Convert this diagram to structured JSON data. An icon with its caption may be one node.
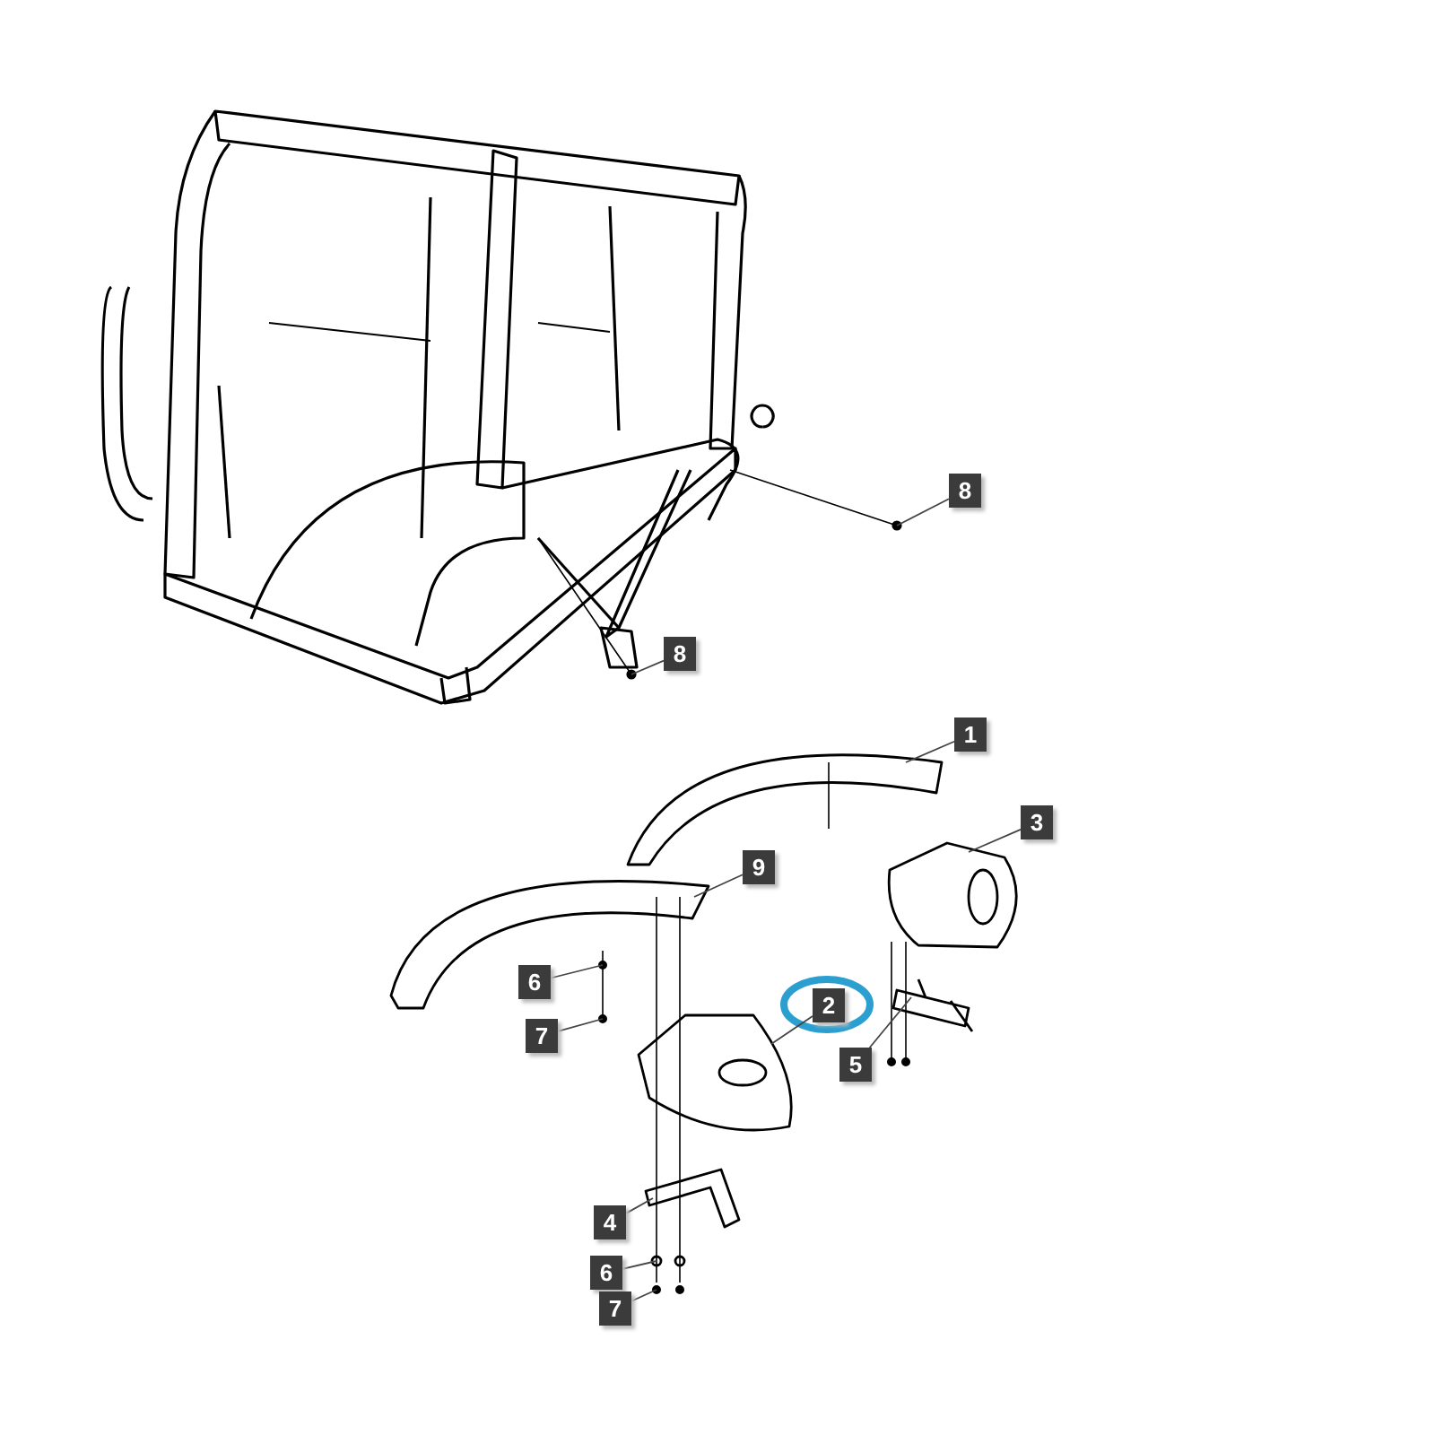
{
  "diagram": {
    "nodes": [
      {
        "text": [
          "8"
        ]
      },
      {
        "text": [
          "8"
        ]
      },
      {
        "text": [
          "1"
        ]
      },
      {
        "text": [
          "3"
        ]
      },
      {
        "text": [
          "9"
        ]
      },
      {
        "text": [
          "6"
        ]
      },
      {
        "text": [
          "2"
        ]
      },
      {
        "text": [
          "7"
        ]
      },
      {
        "text": [
          "5"
        ]
      },
      {
        "text": [
          "4"
        ]
      },
      {
        "text": [
          "6"
        ]
      },
      {
        "text": [
          "7"
        ]
      }
    ],
    "edges": [
      {
        "from": 0,
        "to": null,
        "arrow": "none"
      },
      {
        "from": 1,
        "to": null,
        "arrow": "none"
      },
      {
        "from": 2,
        "to": null,
        "arrow": "none"
      },
      {
        "from": 3,
        "to": null,
        "arrow": "none"
      },
      {
        "from": 4,
        "to": null,
        "arrow": "none"
      },
      {
        "from": 5,
        "to": null,
        "arrow": "none"
      },
      {
        "from": 6,
        "to": null,
        "arrow": "none"
      },
      {
        "from": 7,
        "to": null,
        "arrow": "none"
      },
      {
        "from": 8,
        "to": null,
        "arrow": "none"
      },
      {
        "from": 9,
        "to": null,
        "arrow": "none"
      },
      {
        "from": 10,
        "to": null,
        "arrow": "none"
      },
      {
        "from": 11,
        "to": null,
        "arrow": "none"
      }
    ]
  }
}
